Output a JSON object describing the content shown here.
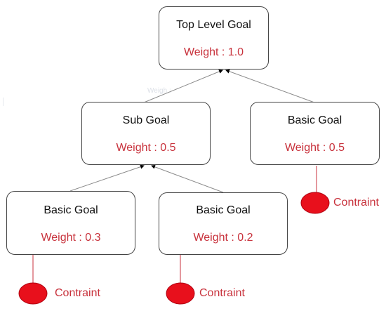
{
  "diagram": {
    "top_goal": {
      "title": "Top Level Goal",
      "weight": "Weight : 1.0"
    },
    "sub_goal": {
      "title": "Sub Goal",
      "weight": "Weight : 0.5"
    },
    "basic_right": {
      "title": "Basic Goal",
      "weight": "Weight : 0.5"
    },
    "basic_left": {
      "title": "Basic Goal",
      "weight": "Weight : 0.3"
    },
    "basic_mid": {
      "title": "Basic Goal",
      "weight": "Weight : 0.2"
    },
    "constraint_label": "Contraint"
  },
  "colors": {
    "weight_text": "#c8323c",
    "constraint_fill": "#e8101c",
    "constraint_line": "#c8323c",
    "box_border": "#444444",
    "edge": "#8a8a8a"
  }
}
